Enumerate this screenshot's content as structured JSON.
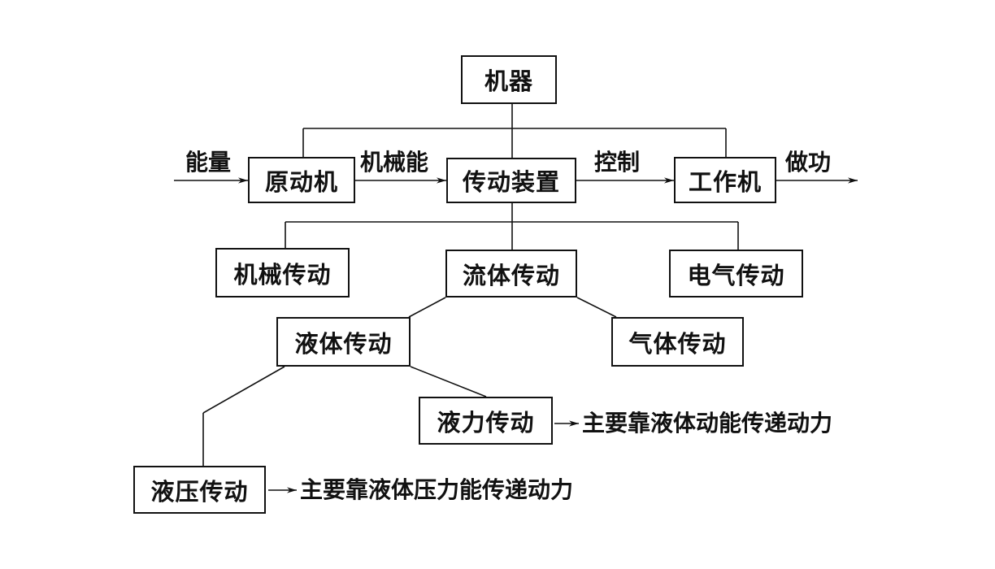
{
  "nodes": {
    "machine": "机器",
    "prime_mover": "原动机",
    "transmission_device": "传动装置",
    "working_machine": "工作机",
    "mechanical_transmission": "机械传动",
    "fluid_transmission": "流体传动",
    "electrical_transmission": "电气传动",
    "liquid_transmission": "液体传动",
    "gas_transmission": "气体传动",
    "hydrodynamic_transmission": "液力传动",
    "hydraulic_transmission": "液压传动"
  },
  "flow_labels": {
    "energy": "能量",
    "mechanical_energy": "机械能",
    "control": "控制",
    "work": "做功"
  },
  "notes": {
    "hydrodynamic": "主要靠液体动能传递动力",
    "hydraulic": "主要靠液体压力能传递动力"
  }
}
